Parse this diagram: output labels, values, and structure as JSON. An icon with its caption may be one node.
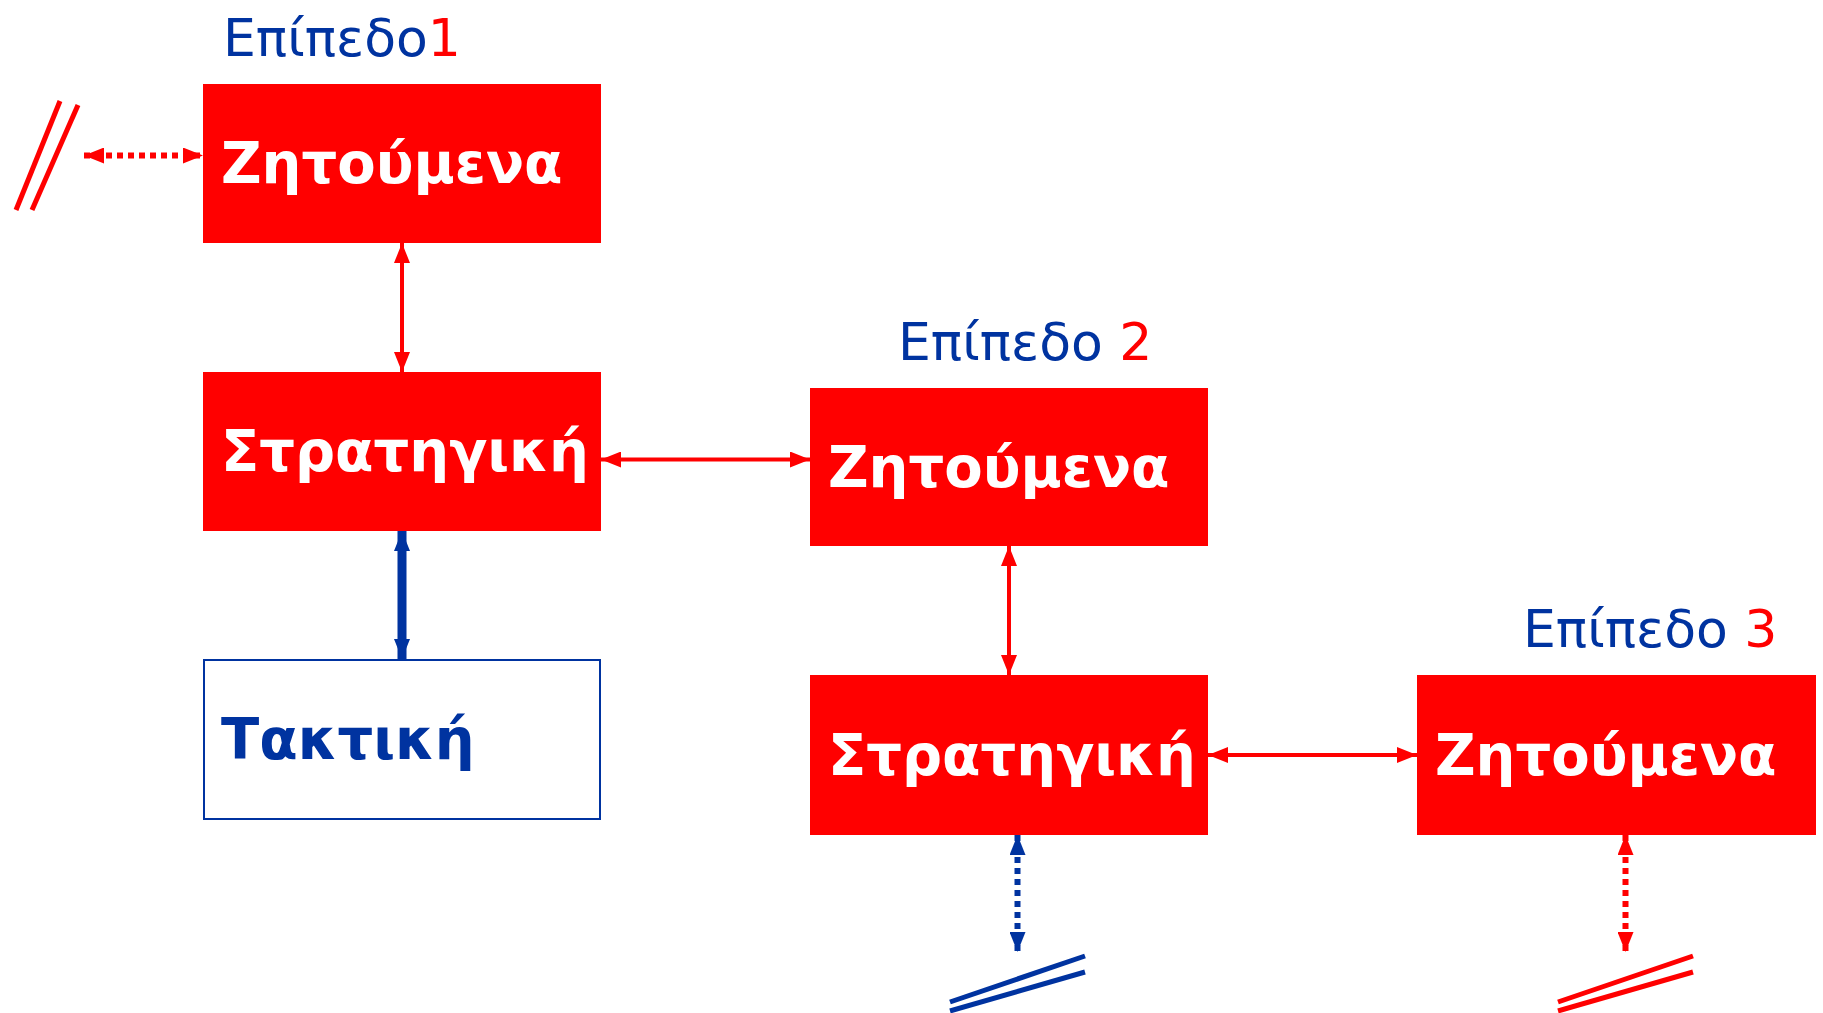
{
  "diagram": {
    "nodes": [
      {
        "text": [],
        "shape": "break"
      },
      {
        "text": [
          "Επίπεδο1",
          "Ζητούμενα"
        ]
      },
      {
        "text": [
          "Στρατηγική"
        ]
      },
      {
        "text": [
          "Επίπεδο 2",
          "Ζητούμενα"
        ]
      },
      {
        "text": [
          "Τακτική"
        ]
      },
      {
        "text": [
          "Στρατηγική"
        ]
      },
      {
        "text": [
          "Επίπεδο 3",
          "Ζητούμενα"
        ]
      },
      {
        "text": [],
        "shape": "break"
      },
      {
        "text": [],
        "shape": "break"
      }
    ],
    "edges": [
      {
        "from": 0,
        "to": 1,
        "arrow": "both",
        "style": "dashed"
      },
      {
        "from": 1,
        "to": 2,
        "arrow": "both"
      },
      {
        "from": 2,
        "to": 4,
        "arrow": "both",
        "style": "thick",
        "color": "#0033a0"
      },
      {
        "from": 2,
        "to": 3,
        "arrow": "both"
      },
      {
        "from": 3,
        "to": 5,
        "arrow": "both"
      },
      {
        "from": 5,
        "to": 6,
        "arrow": "both"
      },
      {
        "from": 5,
        "to": 7,
        "arrow": "both",
        "style": "dashed",
        "color": "#0033a0"
      },
      {
        "from": 6,
        "to": 8,
        "arrow": "both",
        "style": "dashed"
      }
    ]
  }
}
